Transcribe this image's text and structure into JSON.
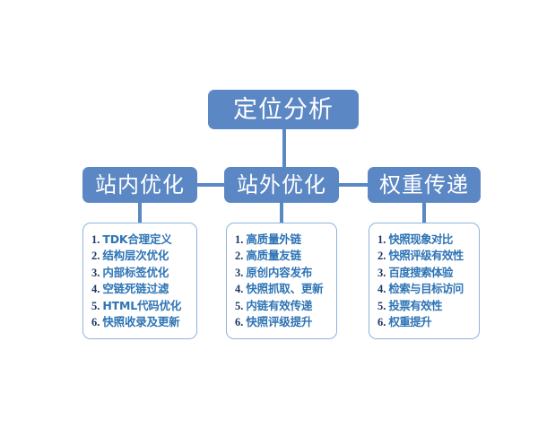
{
  "diagram": {
    "type": "hierarchy-tree",
    "background_color": "#ffffff",
    "node_fill_color": "#5b87c4",
    "node_text_color": "#ffffff",
    "card_border_color": "#8fb4dd",
    "list_number_color": "#1f3864",
    "list_text_color": "#2e74b5",
    "root": {
      "label": "定位分析"
    },
    "branches": [
      {
        "label": "站内优化",
        "items": [
          {
            "num": "1.",
            "text": "TDK合理定义"
          },
          {
            "num": "2.",
            "text": "结构层次优化"
          },
          {
            "num": "3.",
            "text": "内部标签优化"
          },
          {
            "num": "4.",
            "text": "空链死链过滤"
          },
          {
            "num": "5.",
            "text": "HTML代码优化"
          },
          {
            "num": "6.",
            "text": "快照收录及更新"
          }
        ]
      },
      {
        "label": "站外优化",
        "items": [
          {
            "num": "1.",
            "text": "高质量外链"
          },
          {
            "num": "2.",
            "text": "高质量友链"
          },
          {
            "num": "3.",
            "text": "原创内容发布"
          },
          {
            "num": "4.",
            "text": "快照抓取、更新"
          },
          {
            "num": "5.",
            "text": "内链有效传递"
          },
          {
            "num": "6.",
            "text": "快照评级提升"
          }
        ]
      },
      {
        "label": "权重传递",
        "items": [
          {
            "num": "1.",
            "text": "快照现象对比"
          },
          {
            "num": "2.",
            "text": "快照评级有效性"
          },
          {
            "num": "3.",
            "text": "百度搜索体验"
          },
          {
            "num": "4.",
            "text": "检索与目标访问"
          },
          {
            "num": "5.",
            "text": "投票有效性"
          },
          {
            "num": "6.",
            "text": "权重提升"
          }
        ]
      }
    ]
  }
}
